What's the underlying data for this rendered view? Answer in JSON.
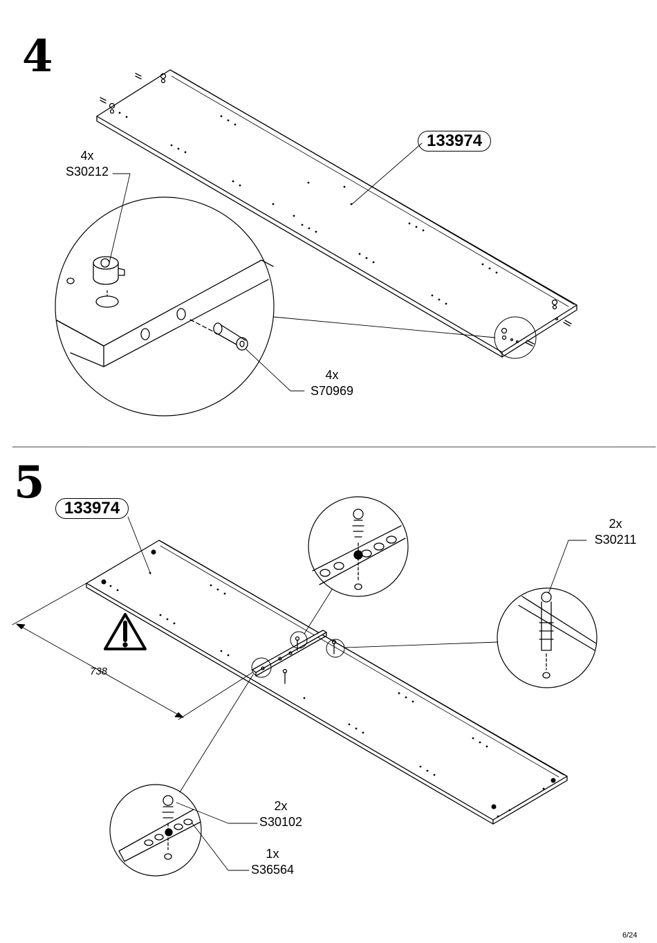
{
  "page": {
    "number": "6/24"
  },
  "step4": {
    "number": "4",
    "part_number": "133974",
    "callouts": [
      {
        "qty": "4x",
        "code": "S30212"
      },
      {
        "qty": "4x",
        "code": "S70969"
      }
    ]
  },
  "step5": {
    "number": "5",
    "part_number": "133974",
    "dimension": "738",
    "callouts": [
      {
        "qty": "2x",
        "code": "S30211"
      },
      {
        "qty": "2x",
        "code": "S30102"
      },
      {
        "qty": "1x",
        "code": "S36564"
      }
    ]
  }
}
